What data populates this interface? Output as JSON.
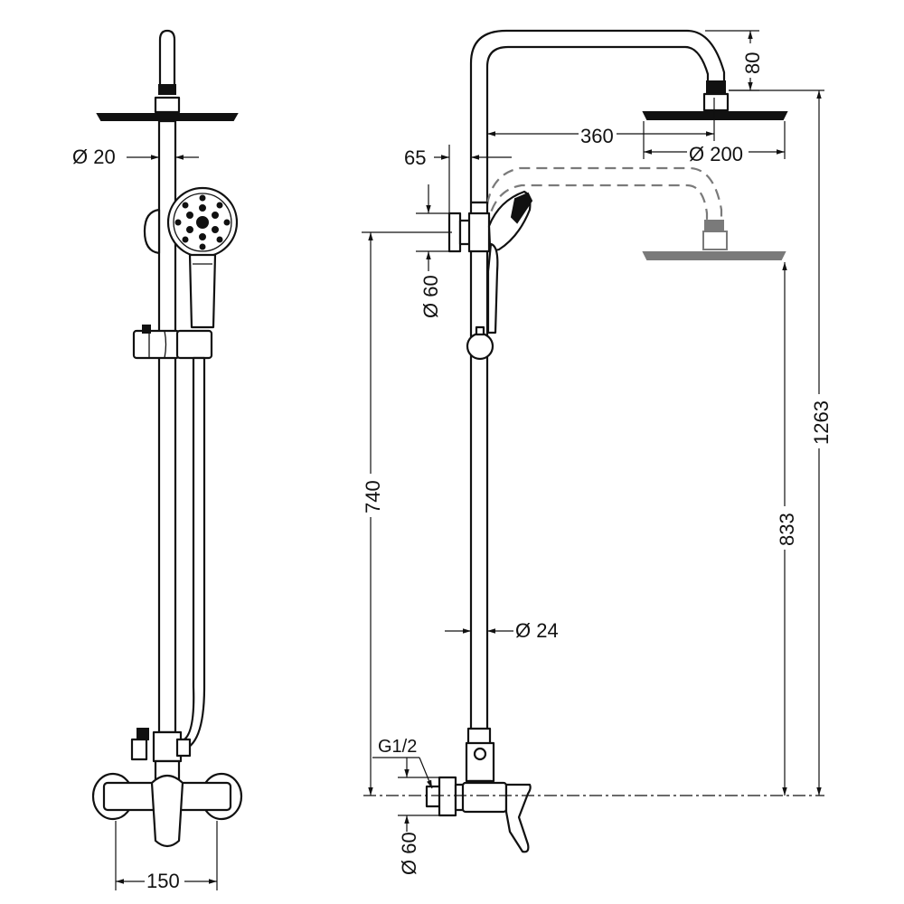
{
  "dimensions": {
    "bar_diameter": "Ø 20",
    "rail_diameter": "Ø 24",
    "head_diameter": "Ø 200",
    "arm_reach": "360",
    "arm_drop": "80",
    "offset": "65",
    "holder_diameter": "Ø 60",
    "flange_diameter": "Ø 60",
    "holder_height": "740",
    "head_height": "833",
    "total_height": "1263",
    "thread": "G1/2",
    "inlet_spacing": "150"
  },
  "colors": {
    "line": "#111111",
    "ghost": "#7a7a7a",
    "background": "#ffffff"
  }
}
